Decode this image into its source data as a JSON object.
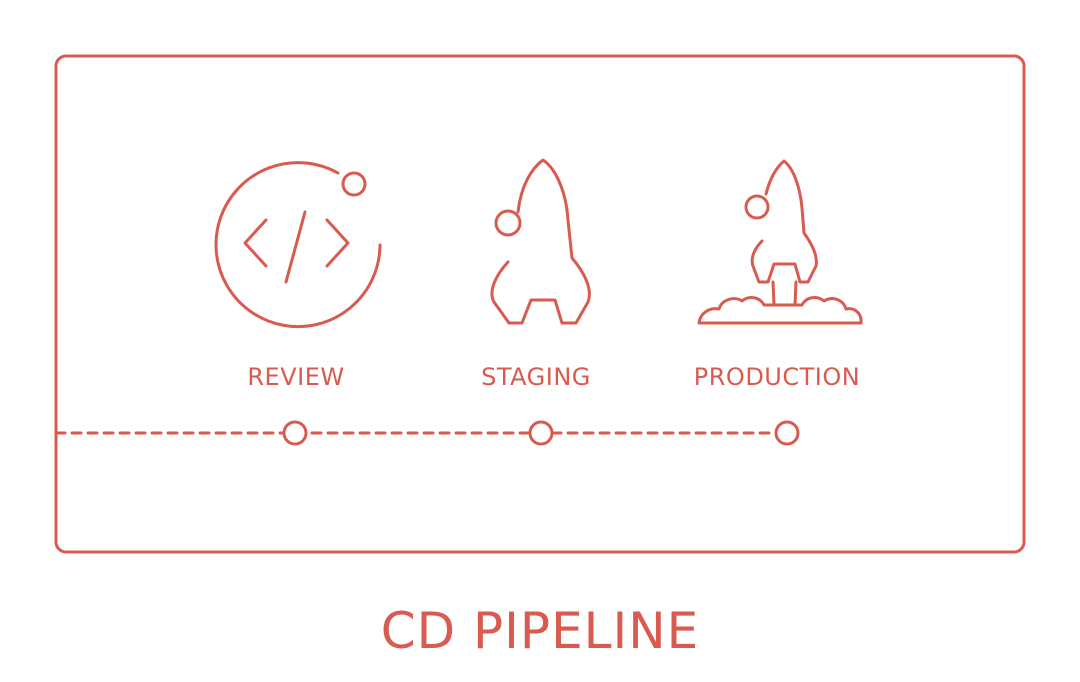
{
  "colors": {
    "accent": "#d95a4e",
    "background": "#ffffff"
  },
  "stages": [
    {
      "label": "REVIEW",
      "icon": "code-icon"
    },
    {
      "label": "STAGING",
      "icon": "rocket-icon"
    },
    {
      "label": "PRODUCTION",
      "icon": "rocket-launch-icon"
    }
  ],
  "title": "CD PIPELINE"
}
